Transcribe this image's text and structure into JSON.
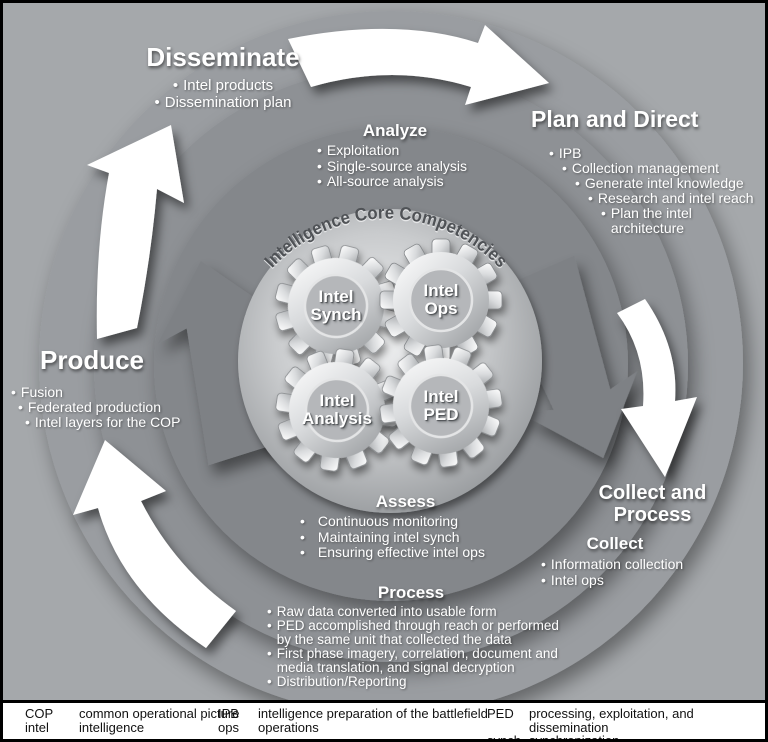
{
  "diagram": {
    "curved_title": "Intelligence Core Competencies",
    "phases": {
      "disseminate": {
        "title": "Disseminate",
        "items": [
          "Intel products",
          "Dissemination plan"
        ]
      },
      "analyze": {
        "title": "Analyze",
        "items": [
          "Exploitation",
          "Single-source analysis",
          "All-source analysis"
        ]
      },
      "plan_direct": {
        "title": "Plan and Direct",
        "items": [
          "IPB",
          "Collection management",
          "Generate intel knowledge",
          "Research and intel reach",
          "Plan the intel architecture"
        ]
      },
      "produce": {
        "title": "Produce",
        "items": [
          "Fusion",
          "Federated production",
          "Intel layers for the COP"
        ]
      },
      "collect_process": {
        "title_line1": "Collect and",
        "title_line2": "Process"
      },
      "collect": {
        "title": "Collect",
        "items": [
          "Information collection",
          "Intel ops"
        ]
      },
      "assess": {
        "title": "Assess",
        "items": [
          "Continuous monitoring",
          "Maintaining intel synch",
          "Ensuring effective intel ops"
        ]
      },
      "process": {
        "title": "Process",
        "items": [
          "Raw data converted into usable form",
          "PED accomplished through reach or performed by the same unit that collected the data",
          "First phase imagery, correlation, document and media translation, and signal decryption",
          "Distribution/Reporting"
        ]
      }
    },
    "gears": [
      {
        "line1": "Intel",
        "line2": "Synch"
      },
      {
        "line1": "Intel",
        "line2": "Ops"
      },
      {
        "line1": "Intel",
        "line2": "Analysis"
      },
      {
        "line1": "Intel",
        "line2": "PED"
      }
    ],
    "colors": {
      "background": "#A5A8AB",
      "outer_ring": "#9A9DA1",
      "mid_ring": "#8E9195",
      "inner_disc": "#84878B",
      "white_arrow": "#FFFFFF",
      "dark_arrow": "#7E8185",
      "heading_text": "#FFFFFF",
      "curved_title_text": "#4F5256"
    }
  },
  "legend": {
    "entries": [
      {
        "abbr": "COP",
        "def": "common operational picture"
      },
      {
        "abbr": "intel",
        "def": "intelligence"
      },
      {
        "abbr": "IPB",
        "def": "intelligence preparation of the battlefield"
      },
      {
        "abbr": "ops",
        "def": "operations"
      },
      {
        "abbr": "PED",
        "def": "processing, exploitation, and dissemination"
      },
      {
        "abbr": "synch",
        "def": "synchronization"
      }
    ]
  }
}
